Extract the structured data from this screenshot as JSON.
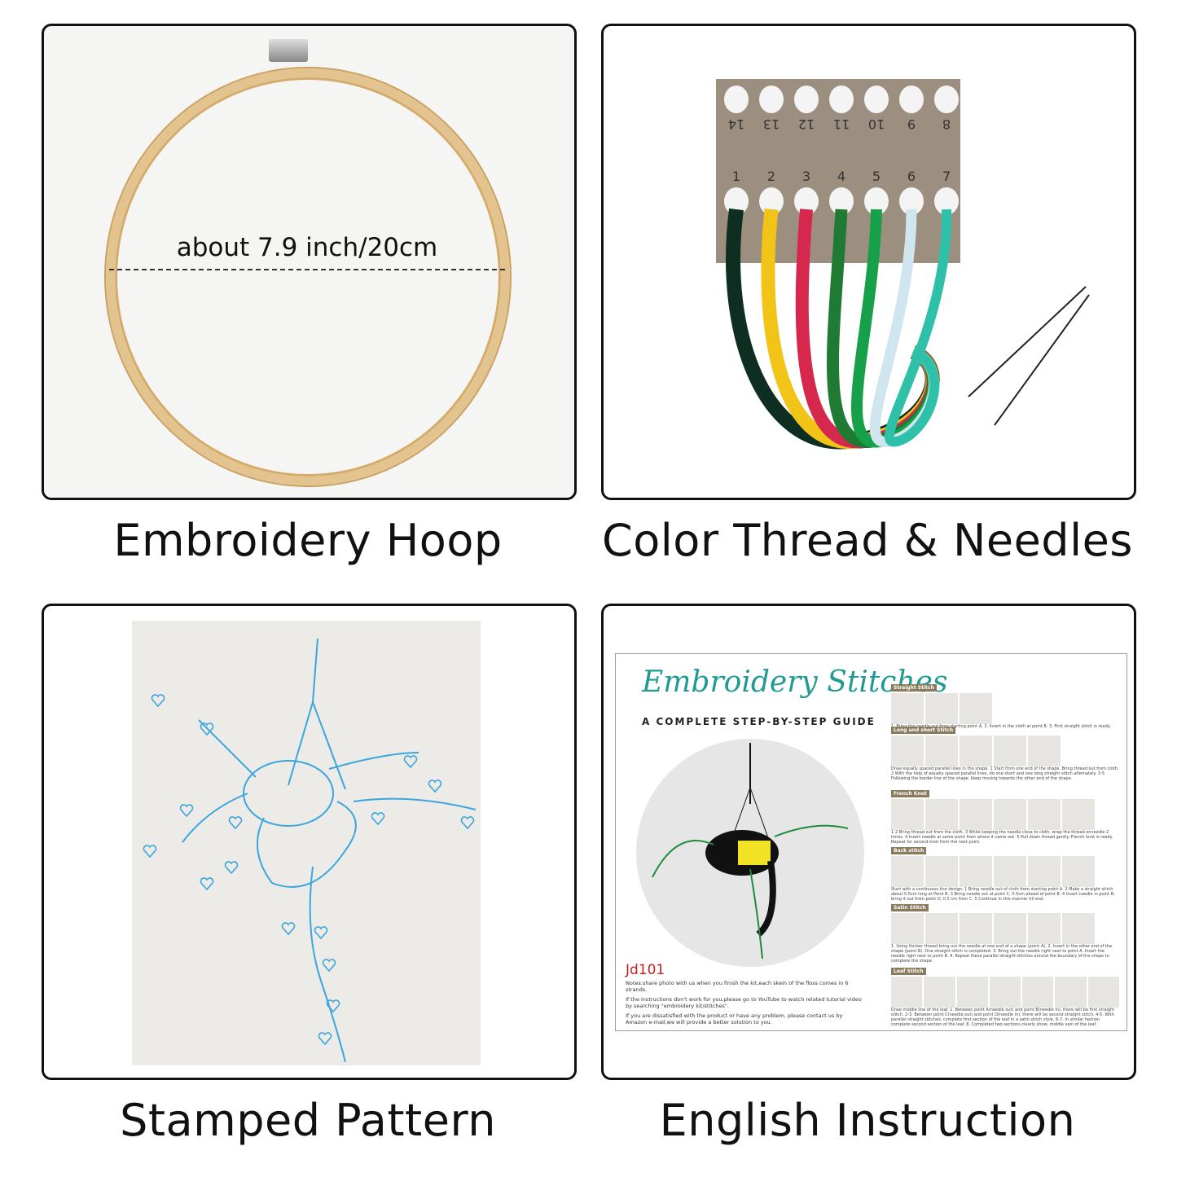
{
  "panels": [
    {
      "caption": "Embroidery Hoop",
      "dimension_label": "about 7.9 inch/20cm"
    },
    {
      "caption": "Color Thread & Needles",
      "bobbin_top_numbers": [
        "14",
        "13",
        "12",
        "11",
        "10",
        "9",
        "8"
      ],
      "bobbin_bottom_numbers": [
        "1",
        "2",
        "3",
        "4",
        "5",
        "6",
        "7"
      ],
      "thread_colors": [
        "#0f2e22",
        "#f2c418",
        "#d6284c",
        "#1f7a33",
        "#17a04a",
        "#cfe6ef",
        "#2ec0a8"
      ]
    },
    {
      "caption": "Stamped Pattern",
      "pattern_color": "#3aa6dc"
    },
    {
      "caption": "English Instruction",
      "sheet": {
        "title": "Embroidery Stitches",
        "subtitle": "A COMPLETE STEP-BY-STEP GUIDE",
        "code": "Jd101",
        "notes": [
          "Notes:share photo with us when you finish the kit,each skein of the floss comes in 6 strands.",
          "If the instructions don't work for you,please go to YouTube to watch related tutorial video by searching \"embroidery kit/stitches\".",
          "If you are dissatisfied with the product or have any problem, please contact us by Amazon e-mail,we will provide a better solution to you."
        ],
        "stitches": [
          {
            "name": "Straight Stitch",
            "text": "1. Bring the needle out from starting point A. 2. Insert in the cloth at point B. 3. First straight stitch is ready."
          },
          {
            "name": "Long and short Stitch",
            "text": "Draw equally spaced parallel lines in the shape. 1 Start from one end of the shape. Bring thread out from cloth. 2 With the help of equally spaced parallel lines, do one short and one long straight stitch alternately. 3-5 Following the border line of the shape. Keep moving towards the other end of the shape."
          },
          {
            "name": "French Knot",
            "text": "1-2 Bring thread out from the cloth. 3 While keeping the needle close to cloth, wrap the thread onneedle 2 times. 4 Insert needle at same point from where it came out. 5 Pull down thread gently. French knot is ready. Repeat for second knot from the next point."
          },
          {
            "name": "Back stitch",
            "text": "Start with a continuous line design. 1 Bring needle out of cloth from starting point A. 2 Make a straight stitch about 0.5cm long at Point B. 3 Bring needle out at point C, 0.5cm ahead of point B. 4 Insert needle in point B, bring it out from point D, 0.5 cm from C. 5 Continue in this manner till end."
          },
          {
            "name": "Satin Stitch",
            "text": "1. Using thicker thread bring out the needle at one end of a shape (point A). 2. Insert in the other end of the shape (point B). One straight stitch is completed. 3. Bring out the needle right next to point A. Insert the needle right next to point B. 4. Repeat these parallel straight stitches around the boundary of the shape to complete the shape."
          },
          {
            "name": "Leaf Stitch",
            "text": "Draw middle line of the leaf. 1. Between point A(needle out) and point B(needle in), there will be first straight stitch. 2-3. Between point C(needle out) and point D(needle in), there will be second straight stitch. 4-5. With parallel straight stitches, complete first section of the leaf in a satin stitch style. 6-7. In similar fashion complete second section of the leaf. 8. Completed two sections clearly show, middle vein of the leaf."
          }
        ]
      }
    }
  ]
}
